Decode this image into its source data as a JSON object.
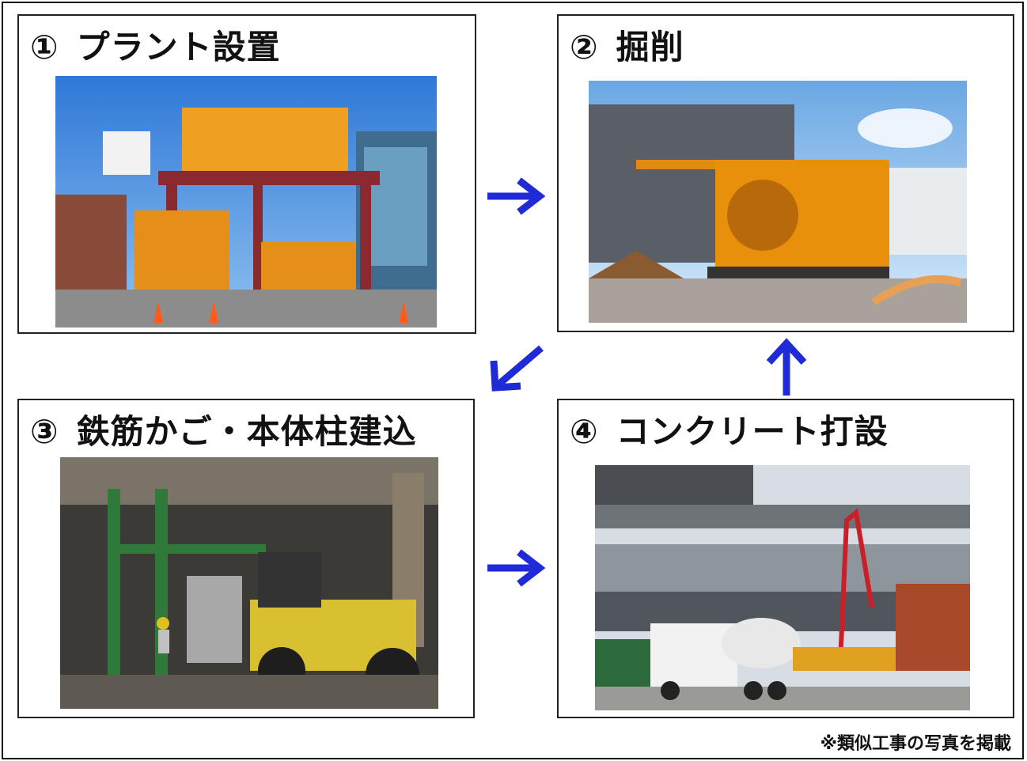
{
  "steps": [
    {
      "number": "①",
      "label": "プラント設置",
      "photo_icon": "plant-setup-photo"
    },
    {
      "number": "②",
      "label": "掘削",
      "photo_icon": "excavation-photo"
    },
    {
      "number": "③",
      "label": "鉄筋かご・本体柱建込",
      "photo_icon": "rebar-cage-photo"
    },
    {
      "number": "④",
      "label": "コンクリート打設",
      "photo_icon": "concrete-pour-photo"
    }
  ],
  "footnote": "※類似工事の写真を掲載",
  "colors": {
    "arrow": "#1f2bd6",
    "border": "#222222"
  }
}
